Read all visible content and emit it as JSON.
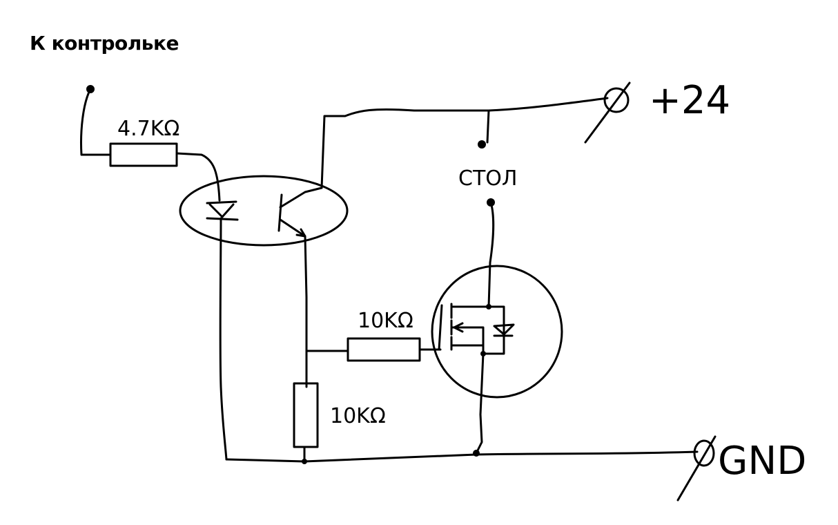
{
  "title": "К контрольке",
  "labels": {
    "r_input": "4.7KΩ",
    "r_gate": "10KΩ",
    "r_pulldown": "10KΩ",
    "node_stol": "СТОЛ",
    "supply": "+24",
    "ground": "GND"
  }
}
